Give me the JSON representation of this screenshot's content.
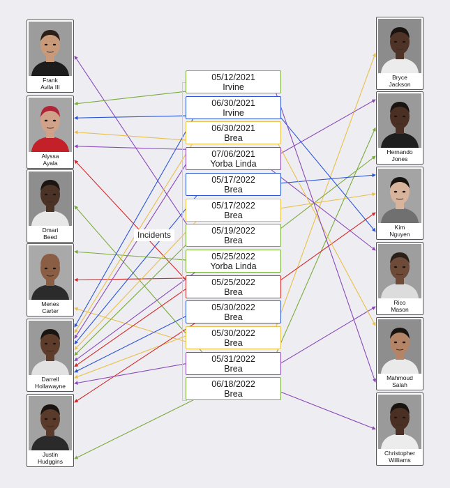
{
  "incidents_label": "Incidents",
  "incidents": [
    {
      "date": "05/12/2021",
      "city": "Irvine",
      "color": "#7aab3d"
    },
    {
      "date": "06/30/2021",
      "city": "Irvine",
      "color": "#2a56d6"
    },
    {
      "date": "06/30/2021",
      "city": "Brea",
      "color": "#e8c04a"
    },
    {
      "date": "07/06/2021",
      "city": "Yorba Linda",
      "color": "#8a4bb8"
    },
    {
      "date": "05/17/2022",
      "city": "Brea",
      "color": "#2a56d6"
    },
    {
      "date": "05/17/2022",
      "city": "Brea",
      "color": "#e8c04a"
    },
    {
      "date": "05/19/2022",
      "city": "Brea",
      "color": "#7aab3d"
    },
    {
      "date": "05/25/2022",
      "city": "Yorba Linda",
      "color": "#7aab3d"
    },
    {
      "date": "05/25/2022",
      "city": "Brea",
      "color": "#d42a2a"
    },
    {
      "date": "05/30/2022",
      "city": "Brea",
      "color": "#2a56d6"
    },
    {
      "date": "05/30/2022",
      "city": "Brea",
      "color": "#e8c04a"
    },
    {
      "date": "05/31/2022",
      "city": "Brea",
      "color": "#8a4bb8"
    },
    {
      "date": "06/18/2022",
      "city": "Brea",
      "color": "#7aab3d"
    }
  ],
  "people_left": [
    {
      "first": "Frank",
      "last": "Avila III",
      "skin": "#c99a7a",
      "bg": "#9c9c9c",
      "hair": "#2a2018",
      "shirt": "#1c1c1c"
    },
    {
      "first": "Alyssa",
      "last": "Ayala",
      "skin": "#d1a28a",
      "bg": "#a6a6a6",
      "hair": "#b02438",
      "shirt": "#c4202a"
    },
    {
      "first": "Dmari",
      "last": "Beed",
      "skin": "#4a3226",
      "bg": "#8e8e8e",
      "hair": "#1b1410",
      "shirt": "#e8e8e8"
    },
    {
      "first": "Menes",
      "last": "Carter",
      "skin": "#8a5e45",
      "bg": "#a9a9a9",
      "hair": "#8a5e45",
      "shirt": "#2b2b2b"
    },
    {
      "first": "Darrell",
      "last": "Hollawayne",
      "skin": "#5e3c2c",
      "bg": "#9a9a9a",
      "hair": "#1a1410",
      "shirt": "#e2e2e2"
    },
    {
      "first": "Justin",
      "last": "Hudggins",
      "skin": "#5a3a2a",
      "bg": "#a2a2a2",
      "hair": "#1a1410",
      "shirt": "#2a2a2a"
    }
  ],
  "people_right": [
    {
      "first": "Bryce",
      "last": "Jackson",
      "skin": "#4e3326",
      "bg": "#8c8c8c",
      "hair": "#1a1410",
      "shirt": "#ececec"
    },
    {
      "first": "Hernando",
      "last": "Jones",
      "skin": "#4a3024",
      "bg": "#9a9a9a",
      "hair": "#1a1410",
      "shirt": "#1e1e1e"
    },
    {
      "first": "Kim",
      "last": "Nguyen",
      "skin": "#d8b49c",
      "bg": "#a4a4a4",
      "hair": "#1a1410",
      "shirt": "#707070"
    },
    {
      "first": "Rico",
      "last": "Mason",
      "skin": "#6e4a38",
      "bg": "#9e9e9e",
      "hair": "#2a2018",
      "shirt": "#dcdcdc"
    },
    {
      "first": "Mahmoud",
      "last": "Salah",
      "skin": "#b48466",
      "bg": "#8e8e8e",
      "hair": "#1a1410",
      "shirt": "#eaeaea"
    },
    {
      "first": "Christopher",
      "last": "Williams",
      "skin": "#4a3024",
      "bg": "#9a9a9a",
      "hair": "#1a1410",
      "shirt": "#ececec"
    }
  ],
  "links": [
    {
      "side": "R",
      "person": 0,
      "incident": 10,
      "color": "#e8c04a"
    },
    {
      "side": "R",
      "person": 1,
      "incident": 3,
      "color": "#8a4bb8"
    },
    {
      "side": "R",
      "person": 1,
      "incident": 11,
      "color": "#7aab3d"
    },
    {
      "side": "R",
      "person": 1,
      "incident": 6,
      "color": "#7aab3d"
    },
    {
      "side": "R",
      "person": 2,
      "incident": 4,
      "color": "#2a56d6"
    },
    {
      "side": "R",
      "person": 2,
      "incident": 5,
      "color": "#e8c04a"
    },
    {
      "side": "R",
      "person": 2,
      "incident": 8,
      "color": "#d42a2a"
    },
    {
      "side": "R",
      "person": 2,
      "incident": 1,
      "color": "#2a56d6"
    },
    {
      "side": "R",
      "person": 3,
      "incident": 3,
      "color": "#8a4bb8"
    },
    {
      "side": "R",
      "person": 3,
      "incident": 11,
      "color": "#8a4bb8"
    },
    {
      "side": "R",
      "person": 4,
      "incident": 2,
      "color": "#e8c04a"
    },
    {
      "side": "R",
      "person": 4,
      "incident": 0,
      "color": "#8a4bb8"
    },
    {
      "side": "R",
      "person": 5,
      "incident": 12,
      "color": "#8a4bb8"
    },
    {
      "side": "L",
      "person": 0,
      "incident": 6,
      "color": "#8a4bb8"
    },
    {
      "side": "L",
      "person": 1,
      "incident": 0,
      "color": "#7aab3d"
    },
    {
      "side": "L",
      "person": 1,
      "incident": 1,
      "color": "#2a56d6"
    },
    {
      "side": "L",
      "person": 1,
      "incident": 2,
      "color": "#e8c04a"
    },
    {
      "side": "L",
      "person": 1,
      "incident": 3,
      "color": "#8a4bb8"
    },
    {
      "side": "L",
      "person": 1,
      "incident": 8,
      "color": "#d42a2a"
    },
    {
      "side": "L",
      "person": 2,
      "incident": 11,
      "color": "#7aab3d"
    },
    {
      "side": "L",
      "person": 3,
      "incident": 7,
      "color": "#7aab3d"
    },
    {
      "side": "L",
      "person": 3,
      "incident": 8,
      "color": "#d42a2a"
    },
    {
      "side": "L",
      "person": 3,
      "incident": 10,
      "color": "#e8c04a"
    },
    {
      "side": "L",
      "person": 4,
      "incident": 1,
      "color": "#2a56d6"
    },
    {
      "side": "L",
      "person": 4,
      "incident": 2,
      "color": "#e8c04a"
    },
    {
      "side": "L",
      "person": 4,
      "incident": 3,
      "color": "#8a4bb8"
    },
    {
      "side": "L",
      "person": 4,
      "incident": 4,
      "color": "#2a56d6"
    },
    {
      "side": "L",
      "person": 4,
      "incident": 5,
      "color": "#e8c04a"
    },
    {
      "side": "L",
      "person": 4,
      "incident": 6,
      "color": "#7aab3d"
    },
    {
      "side": "L",
      "person": 4,
      "incident": 7,
      "color": "#8a4bb8"
    },
    {
      "side": "L",
      "person": 4,
      "incident": 8,
      "color": "#d42a2a"
    },
    {
      "side": "L",
      "person": 4,
      "incident": 9,
      "color": "#2a56d6"
    },
    {
      "side": "L",
      "person": 4,
      "incident": 10,
      "color": "#e8c04a"
    },
    {
      "side": "L",
      "person": 4,
      "incident": 11,
      "color": "#8a4bb8"
    },
    {
      "side": "L",
      "person": 5,
      "incident": 9,
      "color": "#d42a2a"
    },
    {
      "side": "L",
      "person": 5,
      "incident": 12,
      "color": "#7aab3d"
    }
  ]
}
